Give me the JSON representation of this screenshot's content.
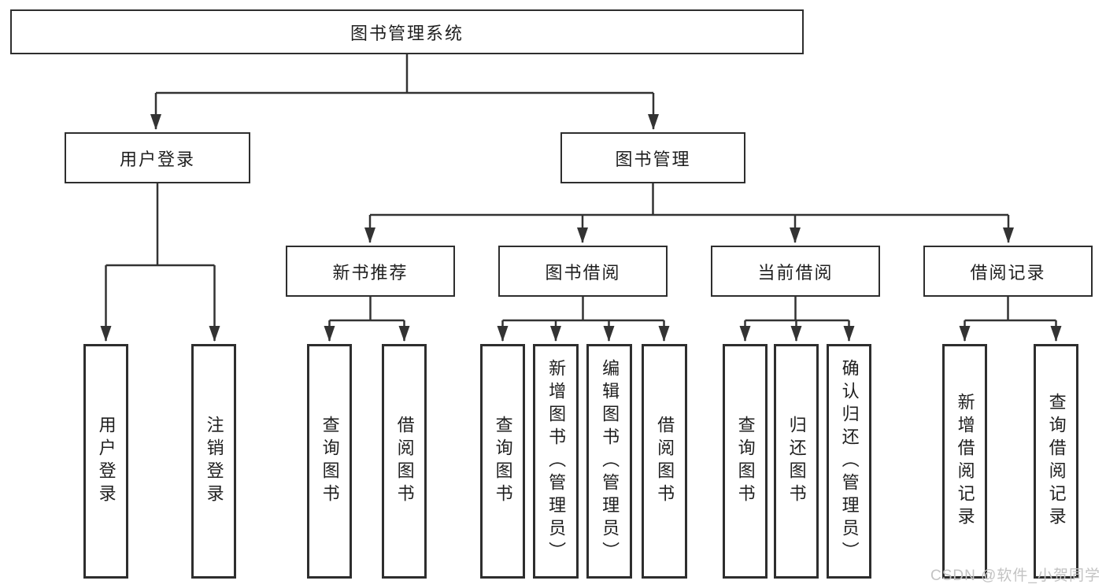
{
  "diagram": {
    "root": {
      "label": "图书管理系统"
    },
    "level1": {
      "user_login": "用户登录",
      "book_management": "图书管理"
    },
    "level2": {
      "new_book_recommend": "新书推荐",
      "book_borrowing": "图书借阅",
      "current_borrowing": "当前借阅",
      "borrowing_records": "借阅记录"
    },
    "leaves": {
      "user_login": "用户登录",
      "logout": "注销登录",
      "recommend_query_books": "查询图书",
      "recommend_borrow_books": "借阅图书",
      "borrowing_query_books": "查询图书",
      "borrowing_add_books": "新增图书（管理员）",
      "borrowing_edit_books": "编辑图书（管理员）",
      "borrowing_borrow_books": "借阅图书",
      "current_query_books": "查询图书",
      "current_return_books": "归还图书",
      "current_confirm_return": "确认归还（管理员）",
      "records_add_record": "新增借阅记录",
      "records_query_record": "查询借阅记录"
    }
  },
  "watermark": "CSDN @软件_小贺同学"
}
